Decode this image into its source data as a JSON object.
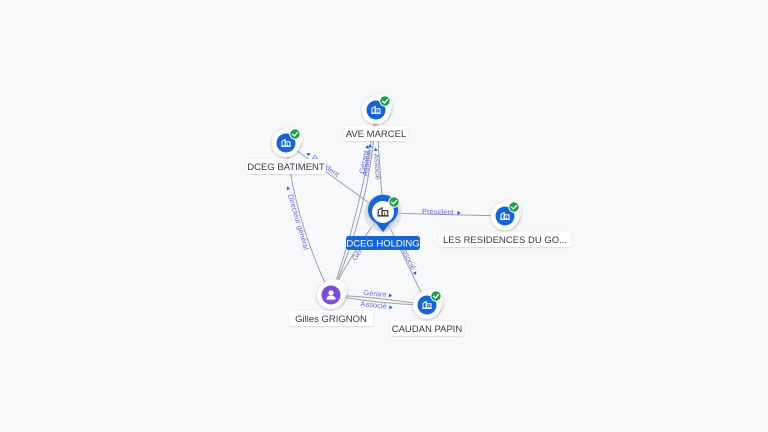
{
  "graph": {
    "nodes": [
      {
        "id": "holding",
        "label": "DCEG HOLDING",
        "kind": "company",
        "main": true,
        "verified": true
      },
      {
        "id": "ave",
        "label": "AVE MARCEL",
        "kind": "company",
        "verified": true
      },
      {
        "id": "batiment",
        "label": "DCEG BATIMENT",
        "kind": "company",
        "verified": true
      },
      {
        "id": "residences",
        "label": "LES RESIDENCES DU GO...",
        "kind": "company",
        "verified": true
      },
      {
        "id": "caudan",
        "label": "CAUDAN PAPIN",
        "kind": "company",
        "verified": true
      },
      {
        "id": "gilles",
        "label": "Gilles GRIGNON",
        "kind": "person",
        "verified": false
      }
    ],
    "edges": [
      {
        "from": "holding",
        "to": "ave",
        "label": "Associé"
      },
      {
        "from": "holding",
        "to": "residences",
        "label": "Président"
      },
      {
        "from": "holding",
        "to": "caudan",
        "label": "Associé"
      },
      {
        "from": "holding",
        "to": "batiment",
        "label": "Président"
      },
      {
        "from": "gilles",
        "to": "holding",
        "label": "Gérant"
      },
      {
        "from": "gilles",
        "to": "ave",
        "label": "Gérant"
      },
      {
        "from": "gilles",
        "to": "ave",
        "label": "Associé"
      },
      {
        "from": "gilles",
        "to": "batiment",
        "label": "Directeur général"
      },
      {
        "from": "gilles",
        "to": "caudan",
        "label": "Gérant"
      },
      {
        "from": "gilles",
        "to": "caudan",
        "label": "Associé"
      }
    ]
  },
  "colors": {
    "primary": "#1565d8",
    "check": "#1e9e4a",
    "person": "#7c4ddc",
    "edge": "#9aa0a8",
    "edge_label": "#6a6fcf"
  },
  "icons": {
    "company": "building-icon",
    "person": "person-icon",
    "verified": "check-badge-icon"
  }
}
